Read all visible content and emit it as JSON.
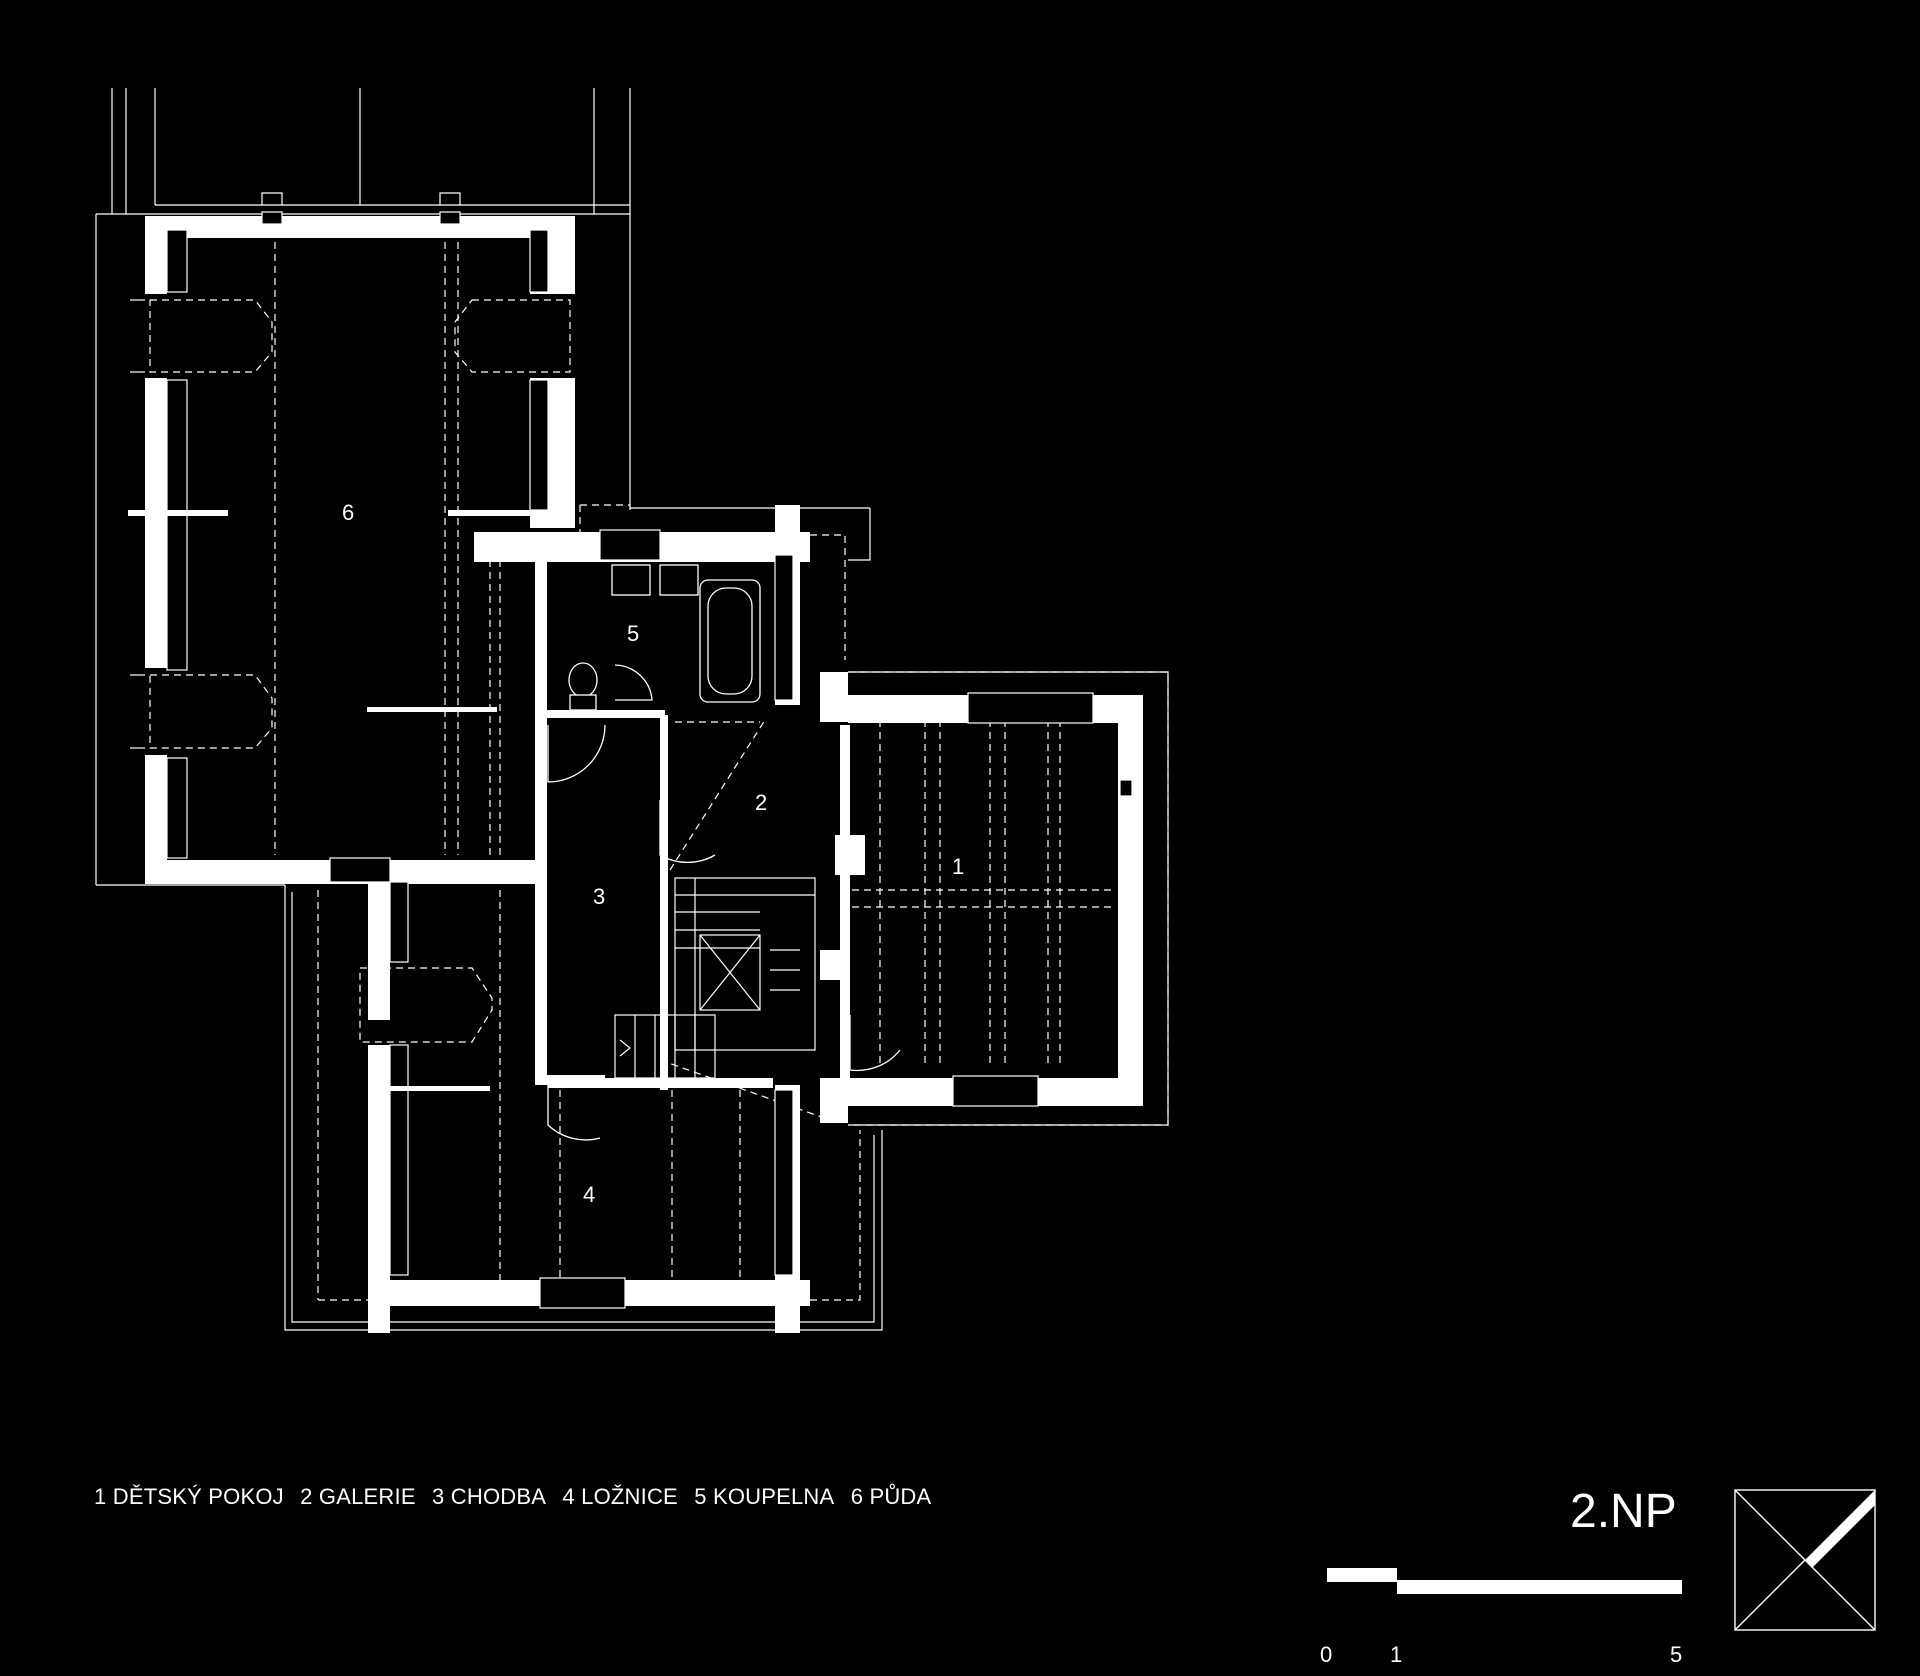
{
  "rooms": [
    {
      "num": "1",
      "name": "DĚTSKÝ POKOJ"
    },
    {
      "num": "2",
      "name": "GALERIE"
    },
    {
      "num": "3",
      "name": "CHODBA"
    },
    {
      "num": "4",
      "name": "LOŽNICE"
    },
    {
      "num": "5",
      "name": "KOUPELNA"
    },
    {
      "num": "6",
      "name": "PŮDA"
    }
  ],
  "legend_items": [
    "1 DĚTSKÝ POKOJ",
    "2 GALERIE",
    "3 CHODBA",
    "4 LOŽNICE",
    "5 KOUPELNA",
    "6 PŮDA"
  ],
  "floor_label": "2.NP",
  "scale_bar": {
    "ticks": [
      "0",
      "1",
      "5"
    ]
  },
  "colors": {
    "background": "#000000",
    "lines": "#ffffff"
  },
  "icons": [
    "north-arrow-icon"
  ]
}
